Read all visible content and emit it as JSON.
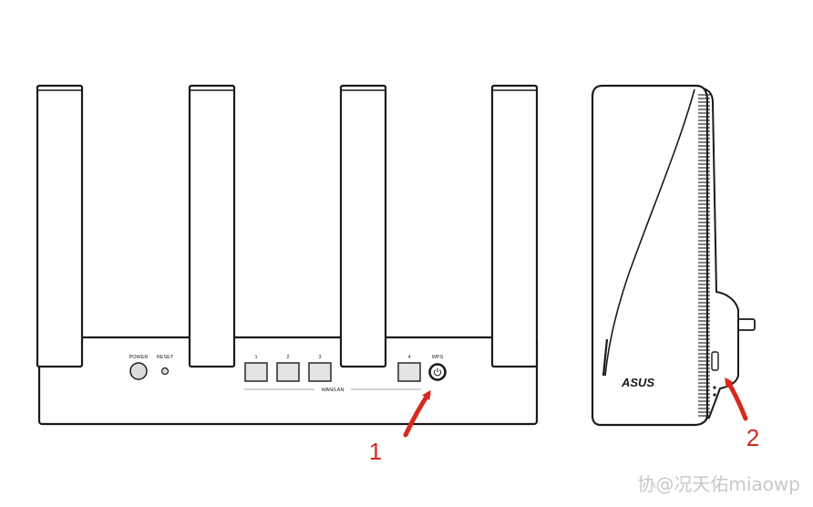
{
  "router": {
    "power_label": "POWER",
    "reset_label": "RESET",
    "port_labels": [
      "1",
      "2",
      "3",
      "4"
    ],
    "wps_label": "WPS",
    "wan_lan_label": "WAN/LAN"
  },
  "extender": {
    "brand": "ASUS"
  },
  "callouts": [
    "1",
    "2"
  ],
  "colors": {
    "outline": "#1a1a1a",
    "port_fill": "#e4e4e4",
    "button_fill": "#dcdcdc",
    "arrow": "#d8291e",
    "watermark": "#c8c8c8"
  },
  "watermark": "协@况天佑miaowp"
}
